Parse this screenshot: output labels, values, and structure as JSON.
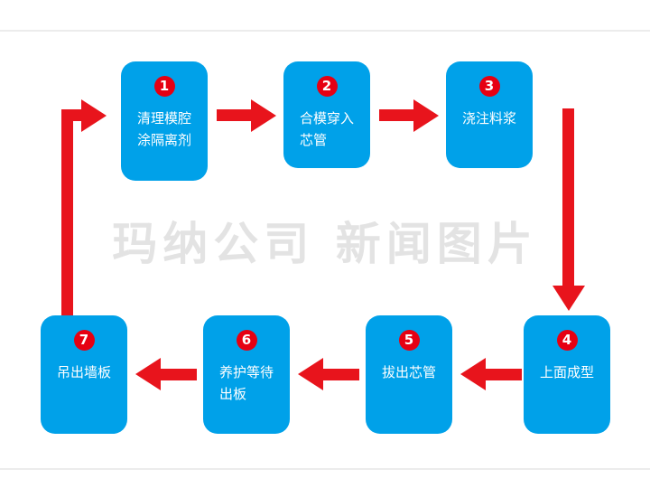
{
  "watermark": "玛纳公司 新闻图片",
  "colors": {
    "box": "#00a1e9",
    "arrow": "#e8141c",
    "badge": "#e60012",
    "box_text": "#ffffff",
    "watermark": "#e3e3e3"
  },
  "steps": [
    {
      "num": "1",
      "text": "清理模腔\n涂隔离剂"
    },
    {
      "num": "2",
      "text": "合模穿入\n芯管"
    },
    {
      "num": "3",
      "text": "浇注料浆"
    },
    {
      "num": "4",
      "text": "上面成型"
    },
    {
      "num": "5",
      "text": "拔出芯管"
    },
    {
      "num": "6",
      "text": "养护等待\n出板"
    },
    {
      "num": "7",
      "text": "吊出墙板"
    }
  ]
}
